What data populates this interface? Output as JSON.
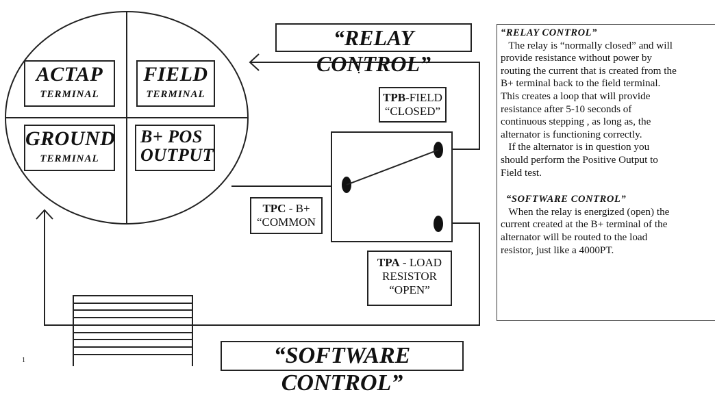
{
  "alternator": {
    "quadrants": [
      {
        "title": "ACTAP",
        "sub": "TERMINAL"
      },
      {
        "title": "FIELD",
        "sub": "TERMINAL"
      },
      {
        "title": "GROUND",
        "sub": "TERMINAL"
      },
      {
        "title_line1": "B+ POS",
        "title_line2": "OUTPUT"
      }
    ]
  },
  "relay_title": "“RELAY CONTROL”",
  "software_title": "“SOFTWARE CONTROL”",
  "terminals": {
    "tpb": {
      "code": "TPB",
      "rest": "-FIELD",
      "line2": "“CLOSED”"
    },
    "tpc": {
      "code": "TPC",
      "rest": " - B+",
      "line2": "“COMMON"
    },
    "tpa": {
      "code": "TPA",
      "rest": " - LOAD",
      "line2": "RESISTOR",
      "line3": "“OPEN”"
    }
  },
  "explanation": {
    "relay_heading": "“RELAY CONTROL”",
    "relay_lines": [
      "  The relay is “normally closed” and will",
      "provide resistance without power by",
      "routing the current that is created from the",
      "B+ terminal back to the field terminal.",
      "This creates a loop that will provide",
      "resistance after 5-10 seconds of",
      "continuous stepping , as long as,  the",
      "alternator is functioning correctly.",
      "  If the alternator is in question you",
      "should perform the Positive Output to",
      "Field test."
    ],
    "software_heading": "“SOFTWARE CONTROL”",
    "software_lines": [
      "  When the relay is energized (open) the",
      "current created at the B+ terminal of the",
      "alternator will be routed to the load",
      "resistor,  just like a 4000PT."
    ]
  },
  "page_number": "1",
  "stroke_color": "#222222"
}
